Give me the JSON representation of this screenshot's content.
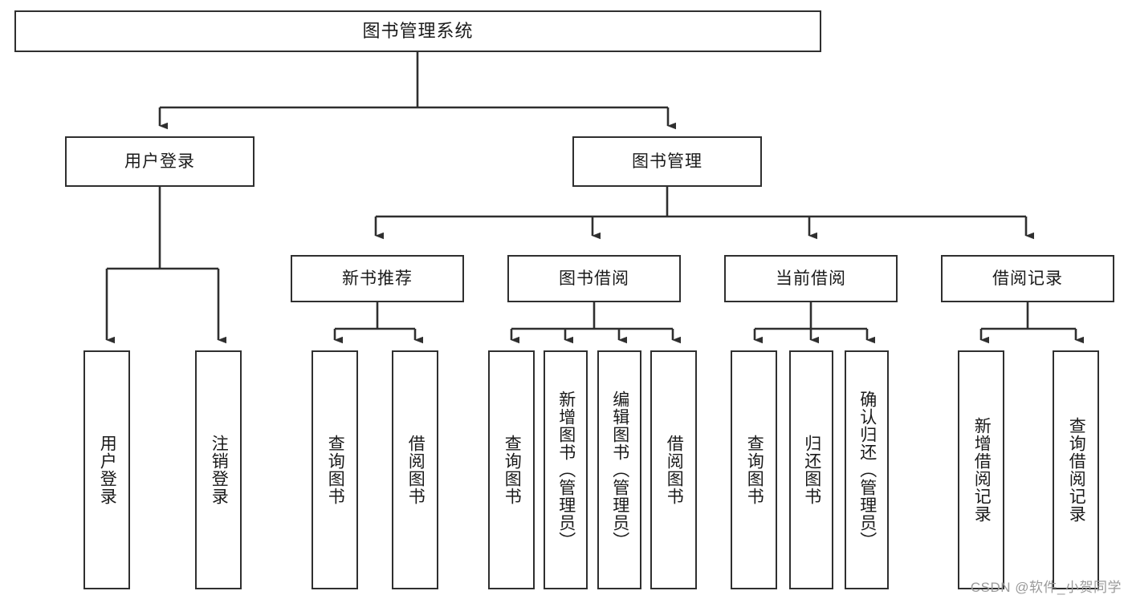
{
  "diagram": {
    "type": "tree",
    "title_node": "图书管理系统",
    "watermark": "CSDN @软件_小贺同学",
    "colors": {
      "box_border": "#2f2f2f",
      "box_fill": "#ffffff",
      "connector": "#2f2f2f",
      "text": "#1a1a1a",
      "watermark": "#9a9a9a"
    },
    "nodes": {
      "root": {
        "label": "图书管理系统"
      },
      "level2": [
        {
          "label": "用户登录"
        },
        {
          "label": "图书管理"
        }
      ],
      "level3": [
        {
          "label": "新书推荐"
        },
        {
          "label": "图书借阅"
        },
        {
          "label": "当前借阅"
        },
        {
          "label": "借阅记录"
        }
      ],
      "leaves_user_login": [
        {
          "label": "用户登录"
        },
        {
          "label": "注销登录"
        }
      ],
      "leaves_new_book": [
        {
          "label": "查询图书"
        },
        {
          "label": "借阅图书"
        }
      ],
      "leaves_borrow": [
        {
          "label": "查询图书"
        },
        {
          "label": "新增图书（管理员）"
        },
        {
          "label": "编辑图书（管理员）"
        },
        {
          "label": "借阅图书"
        }
      ],
      "leaves_current": [
        {
          "label": "查询图书"
        },
        {
          "label": "归还图书"
        },
        {
          "label": "确认归还（管理员）"
        }
      ],
      "leaves_records": [
        {
          "label": "新增借阅记录"
        },
        {
          "label": "查询借阅记录"
        }
      ]
    }
  }
}
